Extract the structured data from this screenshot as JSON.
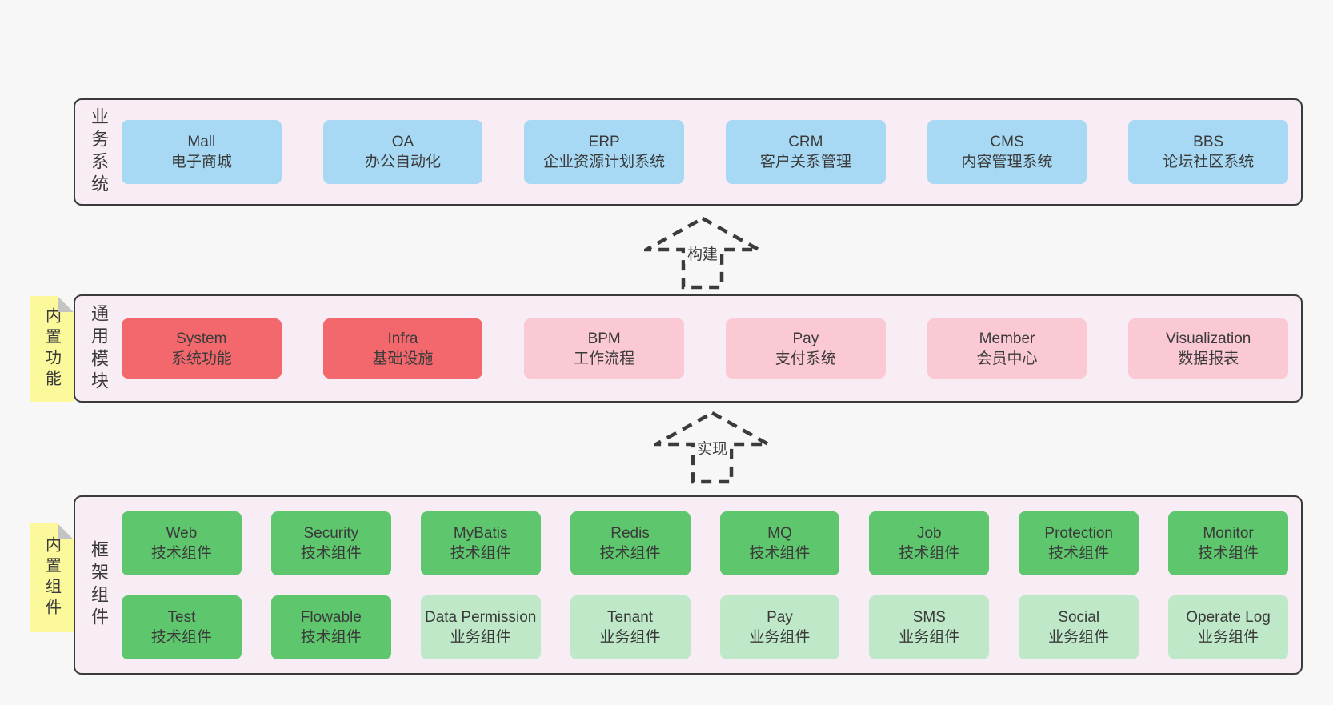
{
  "palette": {
    "page_bg": "#f7f7f7",
    "band_bg": "#f8ecf5",
    "band_border": "#3b3b3b",
    "blue": "#a7d9f4",
    "red": "#f2686d",
    "pink": "#fbc9d4",
    "green": "#5ec66d",
    "light_green": "#bee8c7",
    "sticky_yellow": "#fbf99c",
    "fold_gray": "#c4c4c4",
    "text": "#3a3a3a"
  },
  "business": {
    "label": "业务系统",
    "boxes": [
      {
        "name": "Mall",
        "desc": "电子商城",
        "color": "blue"
      },
      {
        "name": "OA",
        "desc": "办公自动化",
        "color": "blue"
      },
      {
        "name": "ERP",
        "desc": "企业资源计划系统",
        "color": "blue"
      },
      {
        "name": "CRM",
        "desc": "客户关系管理",
        "color": "blue"
      },
      {
        "name": "CMS",
        "desc": "内容管理系统",
        "color": "blue"
      },
      {
        "name": "BBS",
        "desc": "论坛社区系统",
        "color": "blue"
      }
    ]
  },
  "arrow_build": {
    "label": "构建"
  },
  "modules": {
    "label": "通用模块",
    "sticky": "内置功能",
    "boxes": [
      {
        "name": "System",
        "desc": "系统功能",
        "color": "red"
      },
      {
        "name": "Infra",
        "desc": "基础设施",
        "color": "red"
      },
      {
        "name": "BPM",
        "desc": "工作流程",
        "color": "pink"
      },
      {
        "name": "Pay",
        "desc": "支付系统",
        "color": "pink"
      },
      {
        "name": "Member",
        "desc": "会员中心",
        "color": "pink"
      },
      {
        "name": "Visualization",
        "desc": "数据报表",
        "color": "pink"
      }
    ]
  },
  "arrow_implement": {
    "label": "实现"
  },
  "components": {
    "label": "框架组件",
    "sticky": "内置组件",
    "row1": [
      {
        "name": "Web",
        "desc": "技术组件",
        "color": "green"
      },
      {
        "name": "Security",
        "desc": "技术组件",
        "color": "green"
      },
      {
        "name": "MyBatis",
        "desc": "技术组件",
        "color": "green"
      },
      {
        "name": "Redis",
        "desc": "技术组件",
        "color": "green"
      },
      {
        "name": "MQ",
        "desc": "技术组件",
        "color": "green"
      },
      {
        "name": "Job",
        "desc": "技术组件",
        "color": "green"
      },
      {
        "name": "Protection",
        "desc": "技术组件",
        "color": "green"
      },
      {
        "name": "Monitor",
        "desc": "技术组件",
        "color": "green"
      }
    ],
    "row2": [
      {
        "name": "Test",
        "desc": "技术组件",
        "color": "green"
      },
      {
        "name": "Flowable",
        "desc": "技术组件",
        "color": "green"
      },
      {
        "name": "Data Permission",
        "desc": "业务组件",
        "color": "light_green"
      },
      {
        "name": "Tenant",
        "desc": "业务组件",
        "color": "light_green"
      },
      {
        "name": "Pay",
        "desc": "业务组件",
        "color": "light_green"
      },
      {
        "name": "SMS",
        "desc": "业务组件",
        "color": "light_green"
      },
      {
        "name": "Social",
        "desc": "业务组件",
        "color": "light_green"
      },
      {
        "name": "Operate Log",
        "desc": "业务组件",
        "color": "light_green"
      }
    ]
  }
}
